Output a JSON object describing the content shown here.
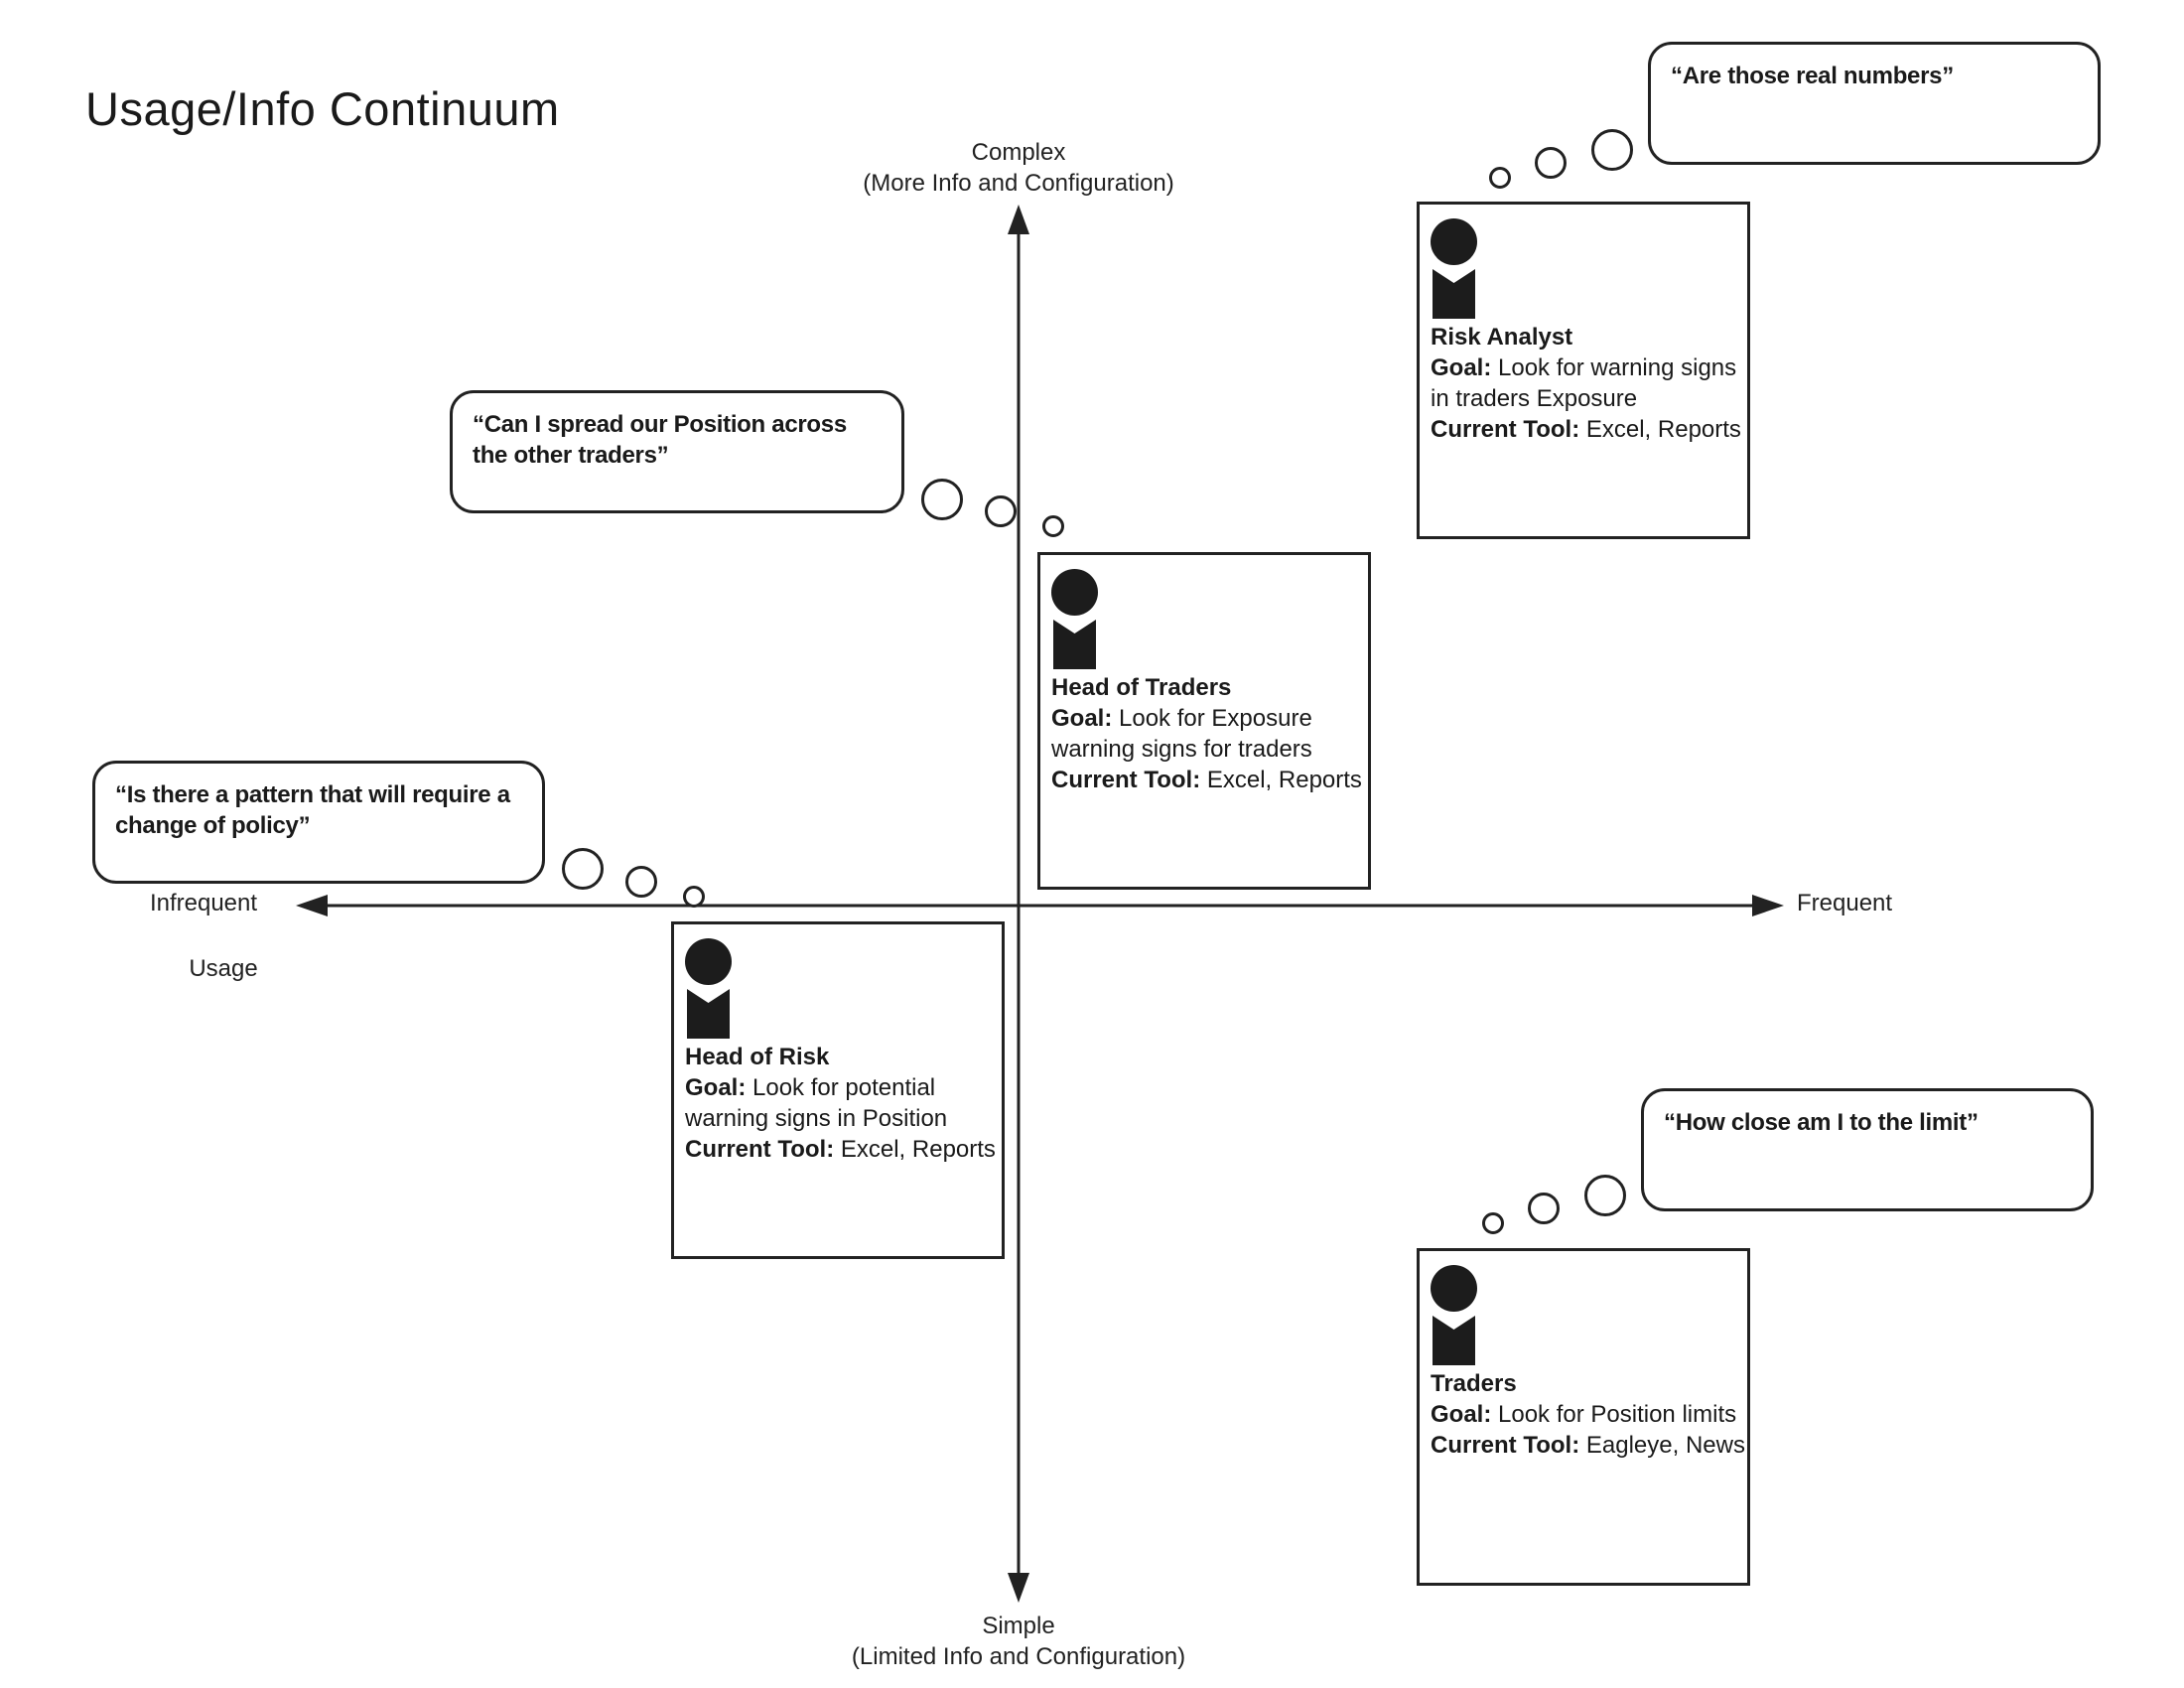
{
  "title": "Usage/Info Continuum",
  "axes": {
    "top": "Complex",
    "top_sub": "(More Info and Configuration)",
    "bottom": "Simple",
    "bottom_sub": "(Limited Info and Configuration)",
    "left": "Infrequent",
    "left_sub": "Usage",
    "right": "Frequent"
  },
  "personas": {
    "risk_analyst": {
      "role": "Risk Analyst",
      "goal_label": "Goal:",
      "goal": " Look for warning signs in traders Exposure",
      "tool_label": "Current Tool:",
      "tool": " Excel, Reports"
    },
    "head_traders": {
      "role": "Head of Traders",
      "goal_label": "Goal:",
      "goal": " Look for Exposure warning signs for traders",
      "tool_label": "Current Tool:",
      "tool": " Excel, Reports"
    },
    "head_risk": {
      "role": "Head of Risk",
      "goal_label": "Goal:",
      "goal": " Look for potential warning signs in Position",
      "tool_label": "Current Tool:",
      "tool": " Excel, Reports"
    },
    "traders": {
      "role": "Traders",
      "goal_label": "Goal:",
      "goal": " Look for Position limits",
      "tool_label": "Current Tool:",
      "tool": " Eagleye, News"
    }
  },
  "quotes": {
    "risk_analyst": "“Are those real numbers”",
    "head_traders": "“Can I spread our Position across the other traders”",
    "head_risk": "“Is there a pattern that will require a change of policy”",
    "traders": "“How close am I to the limit”"
  }
}
